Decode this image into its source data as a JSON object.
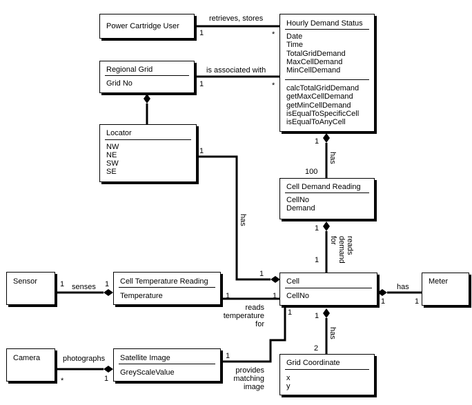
{
  "classes": {
    "power_cartridge_user": {
      "name": "Power Cartridge User"
    },
    "hourly_demand_status": {
      "name": "Hourly Demand Status",
      "attributes": "Date\nTime\nTotalGridDemand\nMaxCellDemand\nMinCellDemand",
      "operations": "calcTotalGridDemand\ngetMaxCellDemand\ngetMinCellDemand\nisEqualToSpecificCell\nisEqualToAnyCell"
    },
    "regional_grid": {
      "name": "Regional Grid",
      "attributes": "Grid No"
    },
    "locator": {
      "name": "Locator",
      "attributes": "NW\nNE\nSW\nSE"
    },
    "cell_demand_reading": {
      "name": "Cell Demand Reading",
      "attributes": "CellNo\nDemand"
    },
    "sensor": {
      "name": "Sensor"
    },
    "cell_temperature_reading": {
      "name": "Cell Temperature Reading",
      "attributes": "Temperature"
    },
    "cell": {
      "name": "Cell",
      "attributes": "CellNo"
    },
    "meter": {
      "name": "Meter"
    },
    "camera": {
      "name": "Camera"
    },
    "satellite_image": {
      "name": "Satellite Image",
      "attributes": "GreyScaleValue"
    },
    "grid_coordinate": {
      "name": "Grid Coordinate",
      "attributes": "x\ny"
    }
  },
  "associations": {
    "retrieves_stores": {
      "label": "retrieves, stores",
      "mult_source": "1",
      "mult_target": "*"
    },
    "is_associated_with": {
      "label": "is associated with",
      "mult_source": "1",
      "mult_target": "*"
    },
    "hds_has_cdr": {
      "label": "has",
      "mult_whole": "1",
      "mult_part": "100"
    },
    "locator_has_cell": {
      "label": "has",
      "mult_source": "1",
      "mult_target": "1"
    },
    "cdr_reads_demand_for_cell": {
      "label": "reads demand for",
      "label_lines": [
        "reads",
        "demand",
        "for"
      ],
      "mult_whole": "1",
      "mult_part": "1"
    },
    "sensor_senses": {
      "label": "senses",
      "mult_source": "1",
      "mult_target": "1"
    },
    "reads_temperature_for": {
      "label": "reads temperature for",
      "label_lines": [
        "reads",
        "temperature",
        "for"
      ],
      "mult_source": "1",
      "mult_target": "1"
    },
    "cell_has_meter": {
      "label": "has",
      "mult_whole": "1",
      "mult_part": "1"
    },
    "camera_photographs": {
      "label": "photographs",
      "mult_source": "*",
      "mult_target": "1"
    },
    "provides_matching_image": {
      "label": "provides matching image",
      "label_lines": [
        "provides",
        "matching",
        "image"
      ],
      "mult_source": "1",
      "mult_target": "1"
    },
    "cell_has_grid_coordinate": {
      "label": "has",
      "mult_whole": "1",
      "mult_part": "2"
    }
  }
}
